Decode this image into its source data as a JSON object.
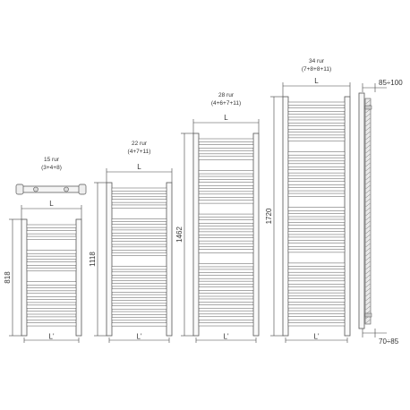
{
  "radiators": [
    {
      "id": "r15",
      "tubes_label": "15 rur",
      "tubes_breakdown": "(3+4+8)",
      "height_label": "818",
      "width_label": "L",
      "inner_width_label": "L'",
      "groups": [
        3,
        4,
        8
      ]
    },
    {
      "id": "r22",
      "tubes_label": "22 rur",
      "tubes_breakdown": "(4+7+11)",
      "height_label": "1118",
      "width_label": "L",
      "inner_width_label": "L'",
      "groups": [
        4,
        7,
        11
      ]
    },
    {
      "id": "r28",
      "tubes_label": "28 rur",
      "tubes_breakdown": "(4+6+7+11)",
      "height_label": "1462",
      "width_label": "L",
      "inner_width_label": "L'",
      "groups": [
        4,
        6,
        7,
        11
      ]
    },
    {
      "id": "r34",
      "tubes_label": "34 rur",
      "tubes_breakdown": "(7+8+8+11)",
      "height_label": "1720",
      "width_label": "L",
      "inner_width_label": "L'",
      "groups": [
        7,
        8,
        8,
        11
      ]
    }
  ],
  "side_view": {
    "top_dim": "85÷100",
    "bottom_dim": "70÷85"
  }
}
